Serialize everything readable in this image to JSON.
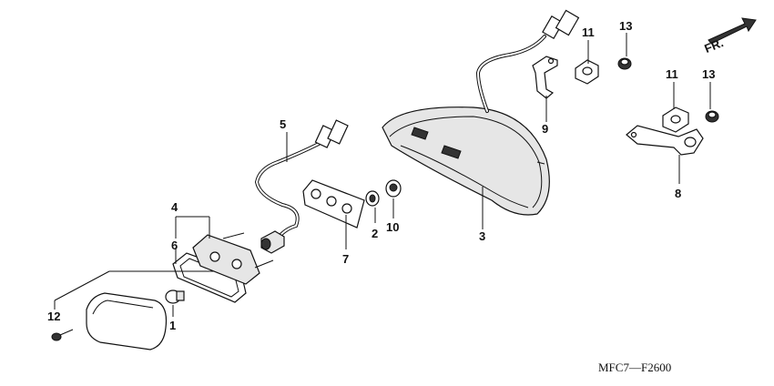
{
  "diagram": {
    "code": "MFC7—F2600",
    "direction_label": "FR.",
    "callouts": {
      "c1": "1",
      "c2": "2",
      "c3": "3",
      "c4": "4",
      "c5": "5",
      "c6": "6",
      "c7": "7",
      "c8": "8",
      "c9": "9",
      "c10": "10",
      "c11a": "11",
      "c11b": "11",
      "c12": "12",
      "c13a": "13",
      "c13b": "13"
    }
  }
}
